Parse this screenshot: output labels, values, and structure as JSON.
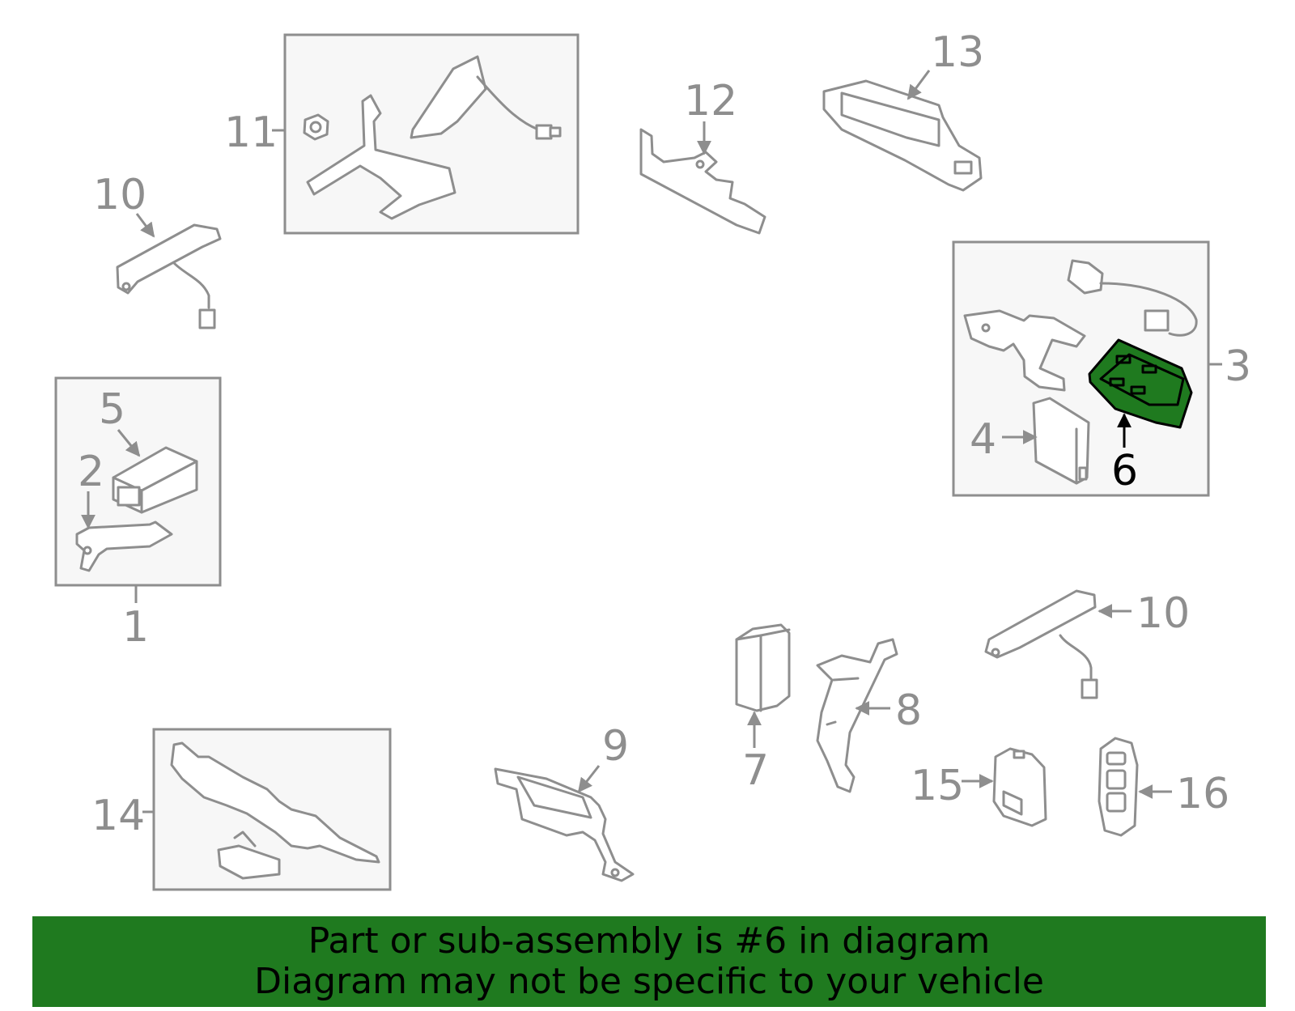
{
  "diagram": {
    "callouts": {
      "c1": "1",
      "c2": "2",
      "c3": "3",
      "c4": "4",
      "c5": "5",
      "c6": "6",
      "c7": "7",
      "c8": "8",
      "c9": "9",
      "c10a": "10",
      "c10b": "10",
      "c11": "11",
      "c12": "12",
      "c13": "13",
      "c14": "14",
      "c15": "15",
      "c16": "16"
    },
    "highlighted_part": "6",
    "highlight_color": "#1f7a1f",
    "line_color": "#8e8e8e"
  },
  "banner": {
    "line1": "Part or sub-assembly is #6 in diagram",
    "line2": "Diagram may not be specific to your vehicle",
    "background": "#1f7a1f"
  }
}
